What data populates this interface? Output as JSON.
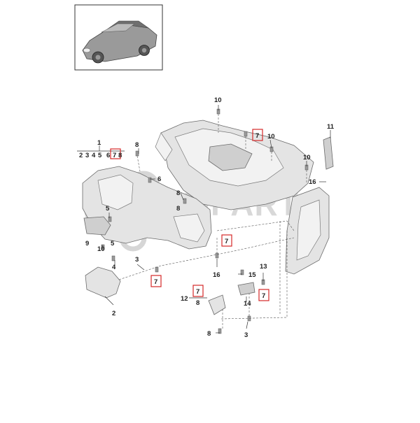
{
  "watermark": "PMPARTS",
  "callouts": {
    "c1": "1",
    "c2": "2",
    "c3a": "3",
    "c3b": "3",
    "c4": "4",
    "c5a": "5",
    "c5b": "5",
    "c6": "6",
    "c8a": "8",
    "c8b": "8",
    "c8c": "8",
    "c8d": "8",
    "c9": "9",
    "c10a": "10",
    "c10b": "10",
    "c10c": "10",
    "c10d": "10",
    "c11": "11",
    "c12": "12",
    "c13": "13",
    "c14": "14",
    "c15": "15",
    "c16a": "16",
    "c16b": "16",
    "c7a": "7",
    "c7b": "7",
    "c7c": "7",
    "c7d": "7",
    "c7e": "7",
    "c7f": "7",
    "group_row": [
      "2",
      "3",
      "4",
      "5",
      "6",
      "7",
      "8"
    ]
  },
  "colors": {
    "highlight_box": "#d62828",
    "part_fill": "#e4e4e4",
    "watermark": "#d8d8d8"
  }
}
